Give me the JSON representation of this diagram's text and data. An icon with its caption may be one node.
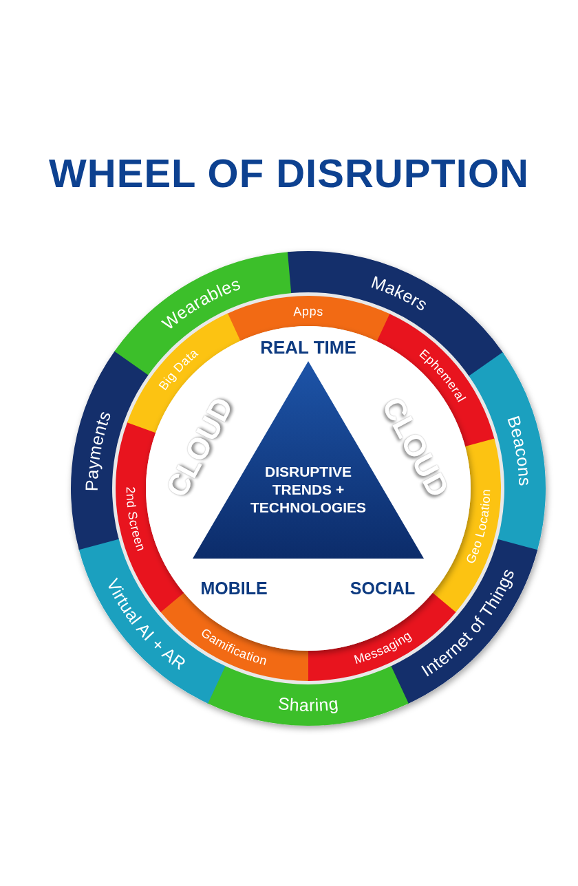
{
  "diagram": {
    "title": "WHEEL OF DISRUPTION",
    "nodes": [
      {
        "text": [
          "Wearables"
        ]
      },
      {
        "text": [
          "Makers"
        ]
      },
      {
        "text": [
          "Beacons"
        ]
      },
      {
        "text": [
          "Internet of Things"
        ]
      },
      {
        "text": [
          "Sharing"
        ]
      },
      {
        "text": [
          "Virtual AI + AR"
        ]
      },
      {
        "text": [
          "Payments"
        ]
      },
      {
        "text": [
          "Apps"
        ]
      },
      {
        "text": [
          "Ephemeral"
        ]
      },
      {
        "text": [
          "Geo Location"
        ]
      },
      {
        "text": [
          "Messaging"
        ]
      },
      {
        "text": [
          "Gamification"
        ]
      },
      {
        "text": [
          "2nd Screen"
        ]
      },
      {
        "text": [
          "Big Data"
        ]
      },
      {
        "text": [
          "DISRUPTIVE TRENDS + TECHNOLOGIES"
        ]
      }
    ],
    "labels": [
      "REAL TIME",
      "CLOUD",
      "CLOUD",
      "MOBILE",
      "SOCIAL"
    ]
  }
}
